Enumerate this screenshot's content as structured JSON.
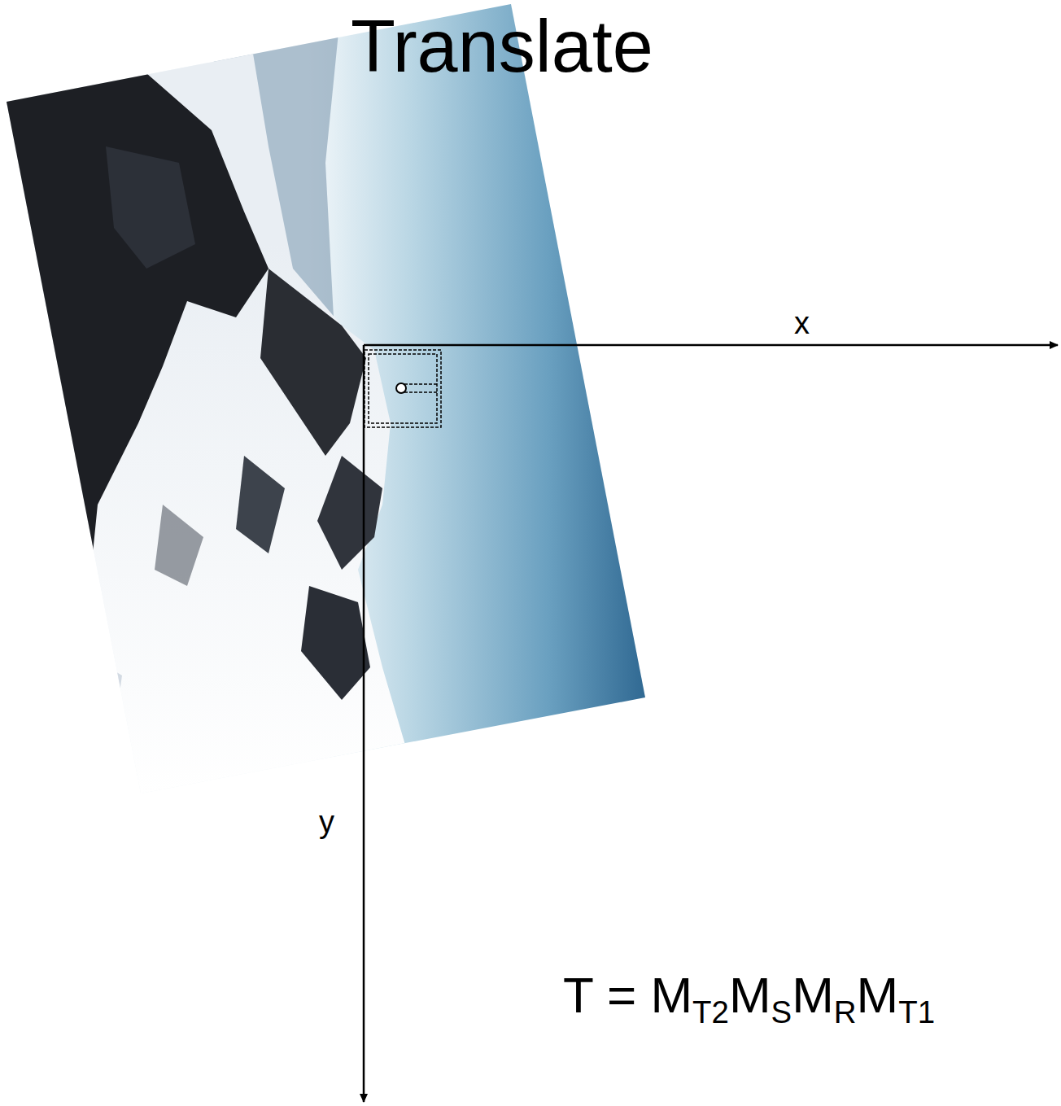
{
  "diagram": {
    "title": "Translate",
    "labels": [
      "x",
      "y",
      "T = M",
      "T2",
      "M",
      "S",
      "M",
      "R",
      "M",
      "T1"
    ]
  }
}
